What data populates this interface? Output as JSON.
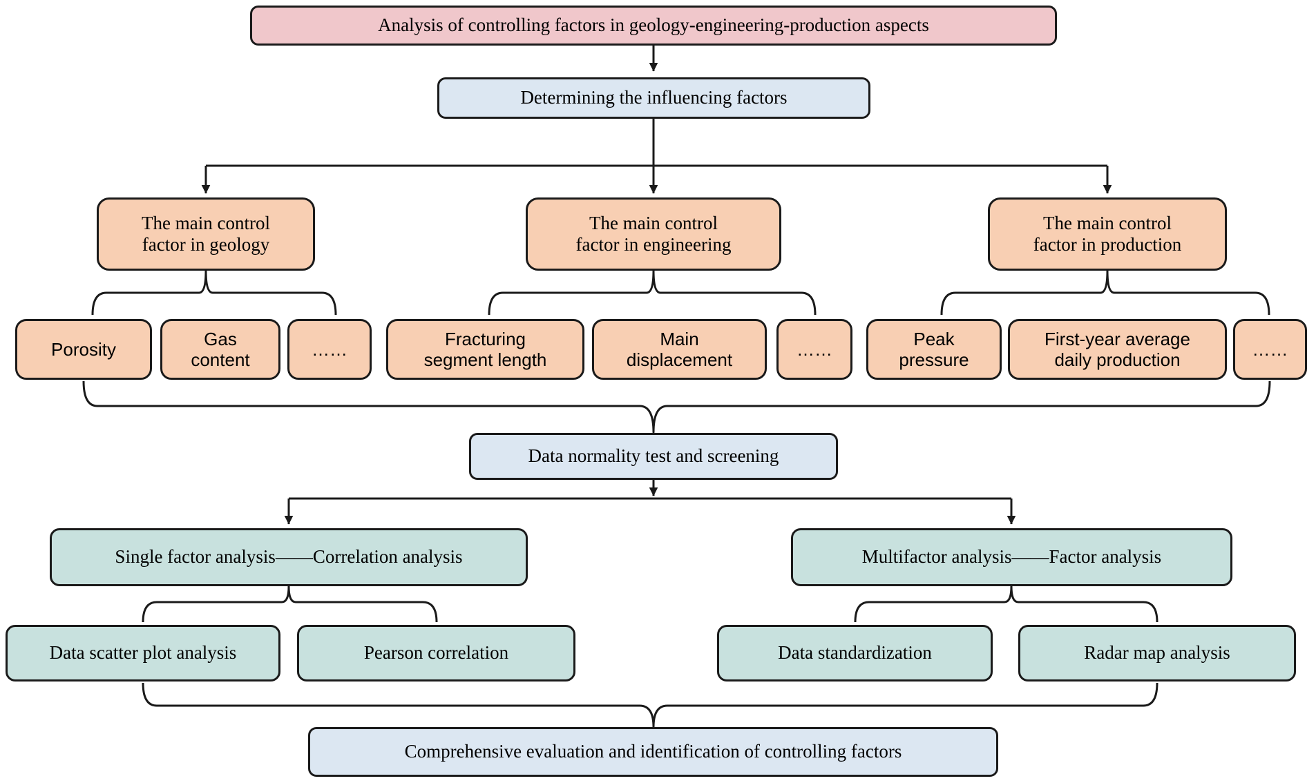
{
  "colors": {
    "pink": "#f0c7cb",
    "blue": "#dce7f2",
    "orange": "#f8cfb3",
    "teal": "#c8e1de",
    "line": "#1a1a1a"
  },
  "nodes": {
    "title": "Analysis of controlling factors in geology-engineering-production aspects",
    "determining": "Determining the influencing factors",
    "geology_parent": "The main control\nfactor in geology",
    "engineering_parent": "The main control\nfactor in engineering",
    "production_parent": "The main control\nfactor in production",
    "geology_children": [
      "Porosity",
      "Gas\ncontent",
      "……"
    ],
    "engineering_children": [
      "Fracturing\nsegment length",
      "Main\ndisplacement",
      "……"
    ],
    "production_children": [
      "Peak\npressure",
      "First-year average\ndaily production",
      "……"
    ],
    "normality": "Data normality test and screening",
    "single_parent": "Single factor analysis——Correlation analysis",
    "multi_parent": "Multifactor analysis——Factor analysis",
    "single_children": [
      "Data scatter plot analysis",
      "Pearson correlation"
    ],
    "multi_children": [
      "Data standardization",
      "Radar map analysis"
    ],
    "final": "Comprehensive evaluation and identification of controlling factors"
  }
}
